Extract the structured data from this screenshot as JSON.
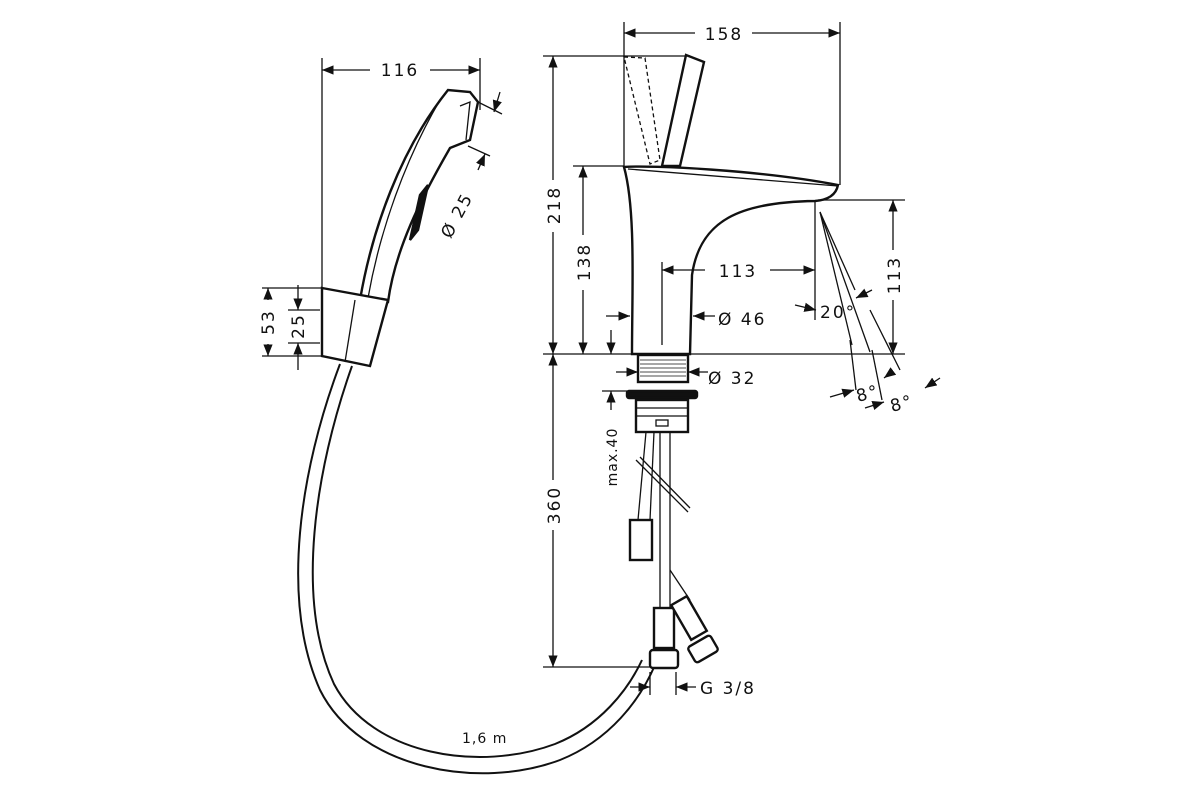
{
  "hand_shower": {
    "width": "116",
    "nozzle_diameter": "Ø 25",
    "holder_height": "53",
    "holder_inner": "25",
    "hose_length": "1,6 m"
  },
  "faucet": {
    "total_projection": "158",
    "total_height": "218",
    "spout_height": "138",
    "spout_reach": "113",
    "spout_clearance": "113",
    "body_diameter": "Ø 46",
    "thread_diameter": "Ø 32",
    "max_deck_thickness": "max.40",
    "supply_length": "360",
    "connection": "G 3/8",
    "spray_angle": "20°",
    "angle_a": "8°",
    "angle_b": "8°"
  }
}
